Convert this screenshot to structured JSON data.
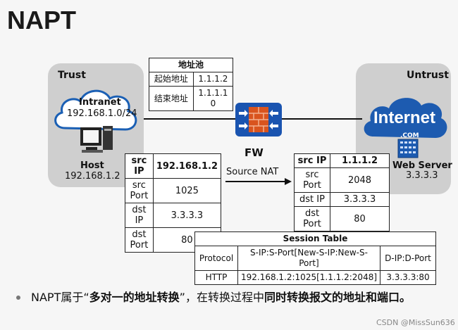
{
  "title": "NAPT",
  "zones": {
    "trust": "Trust",
    "untrust": "Untrust"
  },
  "address_pool": {
    "header": "地址池",
    "rows": [
      {
        "label": "起始地址",
        "value": "1.1.1.2"
      },
      {
        "label": "结束地址",
        "value": "1.1.1.1\n0"
      }
    ]
  },
  "intranet": {
    "name": "Intranet",
    "subnet": "192.168.1.0/24"
  },
  "host": {
    "name": "Host",
    "ip": "192.168.1.2"
  },
  "firewall": {
    "label": "FW",
    "action": "Source NAT"
  },
  "internet": {
    "name": "Internet",
    "com": ".COM"
  },
  "web_server": {
    "name": "Web Server",
    "ip": "3.3.3.3"
  },
  "packet_before": {
    "rows": [
      {
        "label": "src IP",
        "value": "192.168.1.2"
      },
      {
        "label": "src\nPort",
        "value": "1025"
      },
      {
        "label": "dst IP",
        "value": "3.3.3.3"
      },
      {
        "label": "dst\nPort",
        "value": "80"
      }
    ]
  },
  "packet_after": {
    "rows": [
      {
        "label": "src IP",
        "value": "1.1.1.2"
      },
      {
        "label": "src\nPort",
        "value": "2048"
      },
      {
        "label": "dst IP",
        "value": "3.3.3.3"
      },
      {
        "label": "dst\nPort",
        "value": "80"
      }
    ]
  },
  "session_table": {
    "title": "Session Table",
    "headers": [
      "Protocol",
      "S-IP:S-Port[New-S-IP:New-S-Port]",
      "D-IP:D-Port"
    ],
    "row": [
      "HTTP",
      "192.168.1.2:1025[1.1.1.2:2048]",
      "3.3.3.3:80"
    ]
  },
  "note": {
    "prefix": "NAPT属于“",
    "bold1": "多对一的地址转换",
    "middle": "”，在转换过程中",
    "bold2": "同时转换报文的地址和端口。"
  },
  "watermark": "CSDN @MissSun636"
}
